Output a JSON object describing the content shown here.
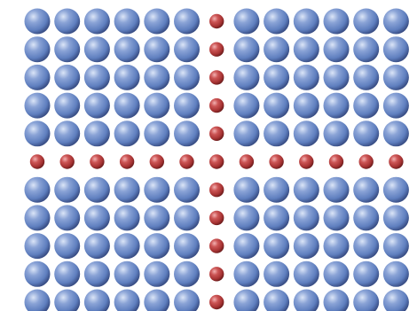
{
  "lattice": {
    "rows": 11,
    "cols": 13,
    "defect_row_index": 5,
    "defect_col_index": 6,
    "host_atom": {
      "label": "",
      "color": "#5f7fbf",
      "highlight": "#c8d6f2",
      "shadow": "#3c5690"
    },
    "defect_atom": {
      "label": "",
      "color": "#b03a3a",
      "highlight": "#e88b8b",
      "shadow": "#7e2323"
    }
  }
}
